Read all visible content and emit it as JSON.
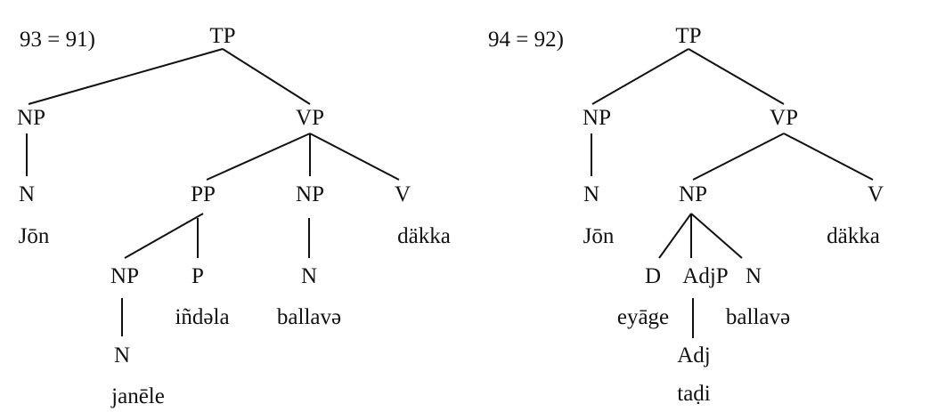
{
  "trees": [
    {
      "id": "tree-93",
      "example_label": "93 = 91)",
      "nodes": {
        "tp": "TP",
        "np_subj": "NP",
        "n_subj": "N",
        "w_subj": "Jōn",
        "vp": "VP",
        "pp": "PP",
        "np_obj": "NP",
        "v": "V",
        "w_v": "däkka",
        "np_inner": "NP",
        "p": "P",
        "w_p": "iñdəla",
        "n_obj": "N",
        "w_obj": "ballavə",
        "n_inner": "N",
        "w_inner": "janēle"
      }
    },
    {
      "id": "tree-94",
      "example_label": "94 = 92)",
      "nodes": {
        "tp": "TP",
        "np_subj": "NP",
        "n_subj": "N",
        "w_subj": "Jōn",
        "vp": "VP",
        "np_obj": "NP",
        "v": "V",
        "w_v": "däkka",
        "d": "D",
        "adjp": "AdjP",
        "n_obj": "N",
        "w_d": "eyāge",
        "w_obj": "ballavə",
        "adj": "Adj",
        "w_adj": "taḍi"
      }
    }
  ]
}
